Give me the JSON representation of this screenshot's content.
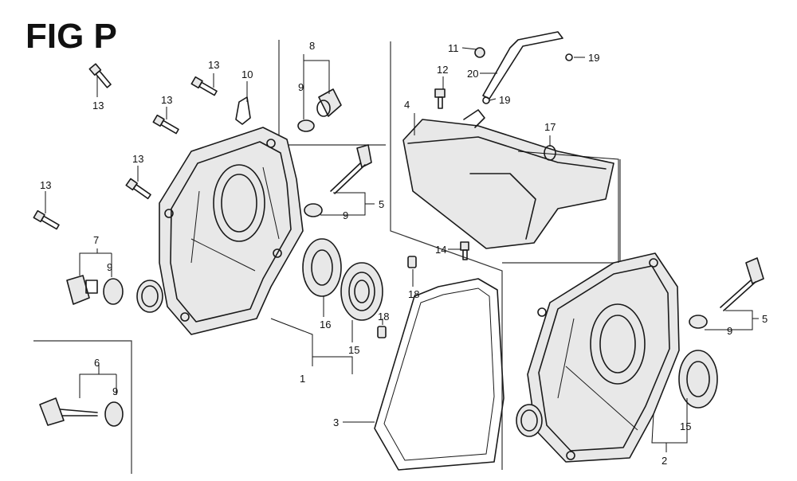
{
  "figure_title": "FIG P",
  "callouts": {
    "c1": "1",
    "c2": "2",
    "c3": "3",
    "c4": "4",
    "c5a": "5",
    "c5b": "5",
    "c6": "6",
    "c7": "7",
    "c8": "8",
    "c9a": "9",
    "c9b": "9",
    "c9c": "9",
    "c9d": "9",
    "c9e": "9",
    "c10": "10",
    "c11": "11",
    "c12": "12",
    "c13a": "13",
    "c13b": "13",
    "c13c": "13",
    "c13d": "13",
    "c13e": "13",
    "c14": "14",
    "c15a": "15",
    "c15b": "15",
    "c16": "16",
    "c17": "17",
    "c18a": "18",
    "c18b": "18",
    "c19a": "19",
    "c19b": "19",
    "c20": "20"
  },
  "colors": {
    "ink": "#1a1a1a",
    "paper": "#ffffff",
    "shade": "#e8e8e8"
  }
}
